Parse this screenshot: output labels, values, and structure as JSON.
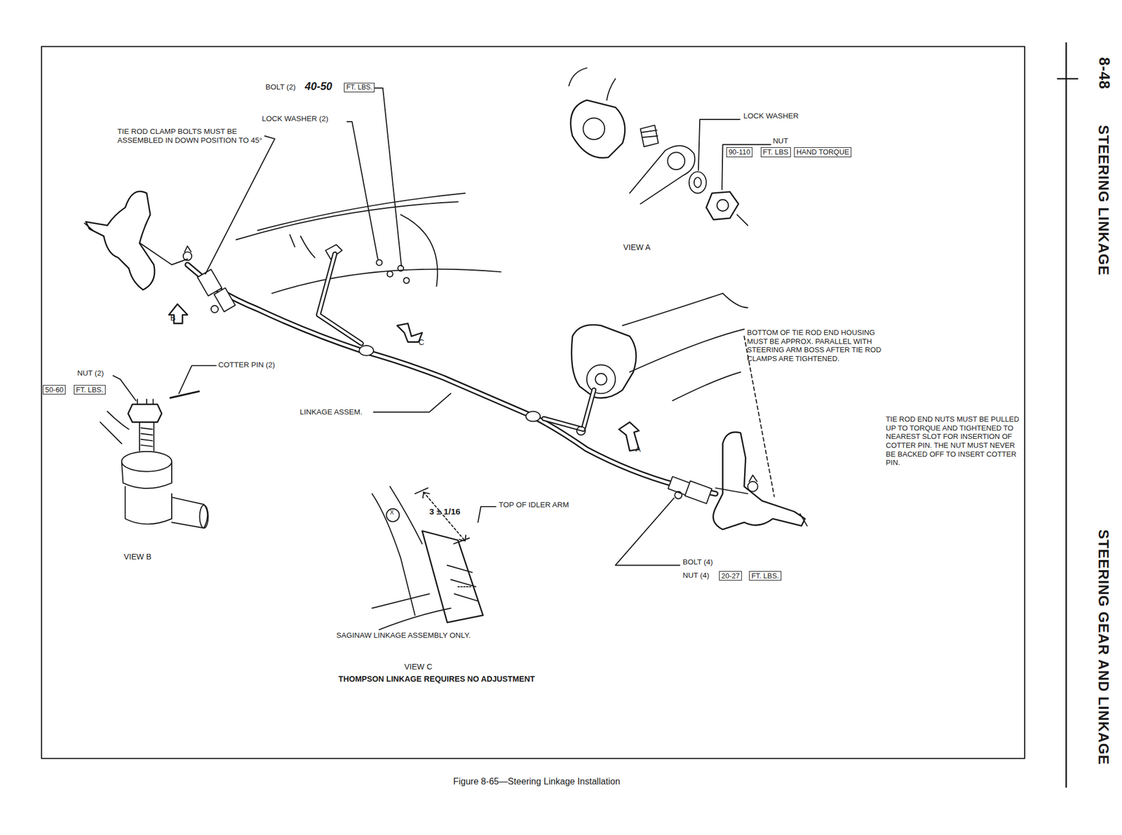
{
  "diagram": {
    "caption": "Figure 8-65—Steering Linkage Installation",
    "labels": [
      "BOLT (2)",
      "40-50",
      "FT. LBS.",
      "LOCK WASHER (2)",
      "TIE ROD CLAMP BOLTS MUST BE ASSEMBLED IN DOWN POSITION TO 45°",
      "LOCK WASHER",
      "NUT",
      "90-110",
      "FT. LBS",
      "HAND TORQUE",
      "VIEW A",
      "B",
      "C",
      "BOTTOM OF TIE ROD END HOUSING MUST BE APPROX. PARALLEL WITH STEERING ARM BOSS AFTER TIE ROD CLAMPS ARE TIGHTENED.",
      "NUT (2)",
      "COTTER PIN (2)",
      "50-60",
      "FT. LBS.",
      "LINKAGE ASSEM.",
      "A",
      "TIE ROD END NUTS MUST BE PULLED UP TO TORQUE AND TIGHTENED TO NEAREST SLOT FOR INSERTION OF COTTER PIN. THE NUT MUST NEVER BE BACKED OFF TO INSERT COTTER PIN.",
      "X",
      "3 ± 1/16",
      "TOP OF IDLER ARM",
      "BOLT (4)",
      "NUT (4)",
      "20-27",
      "FT. LBS.",
      "VIEW B",
      "SAGINAW LINKAGE ASSEMBLY ONLY.",
      "VIEW C",
      "THOMPSON LINKAGE REQUIRES NO ADJUSTMENT",
      "8-48",
      "STEERING LINKAGE",
      "STEERING GEAR AND LINKAGE"
    ]
  }
}
